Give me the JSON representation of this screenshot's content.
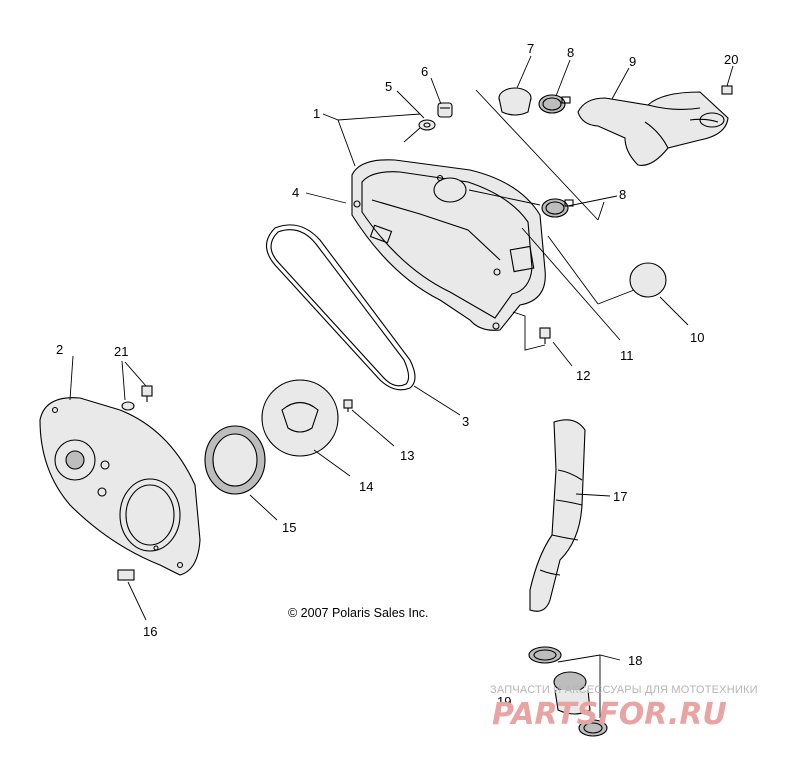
{
  "callouts": [
    "1",
    "2",
    "3",
    "4",
    "5",
    "6",
    "7",
    "8",
    "8",
    "9",
    "10",
    "11",
    "12",
    "13",
    "14",
    "15",
    "16",
    "17",
    "18",
    "19",
    "20",
    "21"
  ],
  "copyright": "© 2007 Polaris Sales Inc.",
  "watermark": {
    "tagline": "ЗАПЧАСТИ И АКСЕССУАРЫ ДЛЯ МОТОТЕХНИКИ",
    "logo": "PARTSFOR.RU"
  },
  "colors": {
    "line": "#000000",
    "watermark_text": "#b5b5b5",
    "watermark_logo": "#e8a3a3"
  }
}
